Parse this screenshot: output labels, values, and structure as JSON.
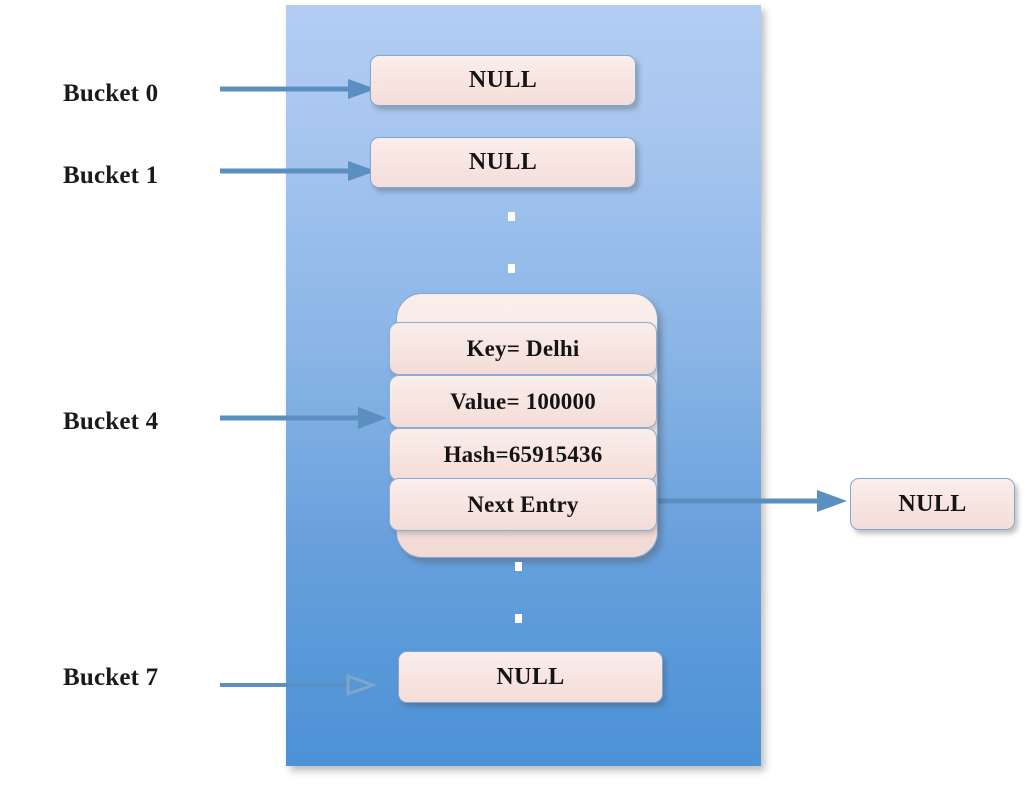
{
  "diagram": {
    "title": "HashMap bucket array with an entry node",
    "colors": {
      "container_top": "#b3cdf2",
      "container_bottom": "#4b92d6",
      "box_fill": "#f7e4e0",
      "box_border": "#7fa8d4",
      "arrow": "#5a8fc0",
      "text": "#141414"
    }
  },
  "bucket_labels": [
    {
      "text": "Bucket 0"
    },
    {
      "text": "Bucket 1"
    },
    {
      "text": "Bucket 4"
    },
    {
      "text": "Bucket 7"
    }
  ],
  "bucket_boxes": [
    {
      "name": "bucket-0-null-box",
      "text": "NULL"
    },
    {
      "name": "bucket-1-null-box",
      "text": "NULL"
    },
    {
      "name": "bucket-7-null-box",
      "text": "NULL"
    }
  ],
  "entry_node": {
    "rows": [
      {
        "name": "entry-key-row",
        "text": "Key= Delhi"
      },
      {
        "name": "entry-value-row",
        "text": "Value= 100000"
      },
      {
        "name": "entry-hash-row",
        "text": "Hash=65915436"
      },
      {
        "name": "entry-next-row",
        "text": "Next Entry"
      }
    ]
  },
  "next_entry_target": {
    "name": "next-entry-null-box",
    "text": "NULL"
  },
  "arrows": [
    {
      "name": "arrow-bucket-0",
      "from": "Bucket 0",
      "to": "NULL"
    },
    {
      "name": "arrow-bucket-1",
      "from": "Bucket 1",
      "to": "NULL"
    },
    {
      "name": "arrow-bucket-4",
      "from": "Bucket 4",
      "to": "Entry node"
    },
    {
      "name": "arrow-bucket-7",
      "from": "Bucket 7",
      "to": "NULL"
    },
    {
      "name": "arrow-next-entry",
      "from": "Next Entry",
      "to": "NULL"
    }
  ],
  "ellipsis_dots": {
    "count_upper": 2,
    "count_lower": 2
  }
}
